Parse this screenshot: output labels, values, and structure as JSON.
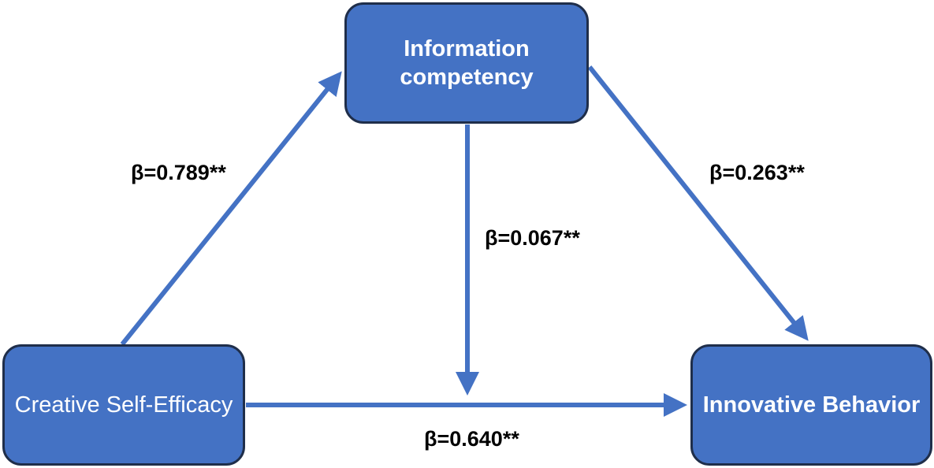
{
  "nodes": {
    "info": {
      "label": "Information competency"
    },
    "cse": {
      "label": "Creative Self-Efficacy"
    },
    "ib": {
      "label": "Innovative Behavior"
    }
  },
  "paths": {
    "cse_to_info": "β=0.789**",
    "info_to_ib": "β=0.263**",
    "info_to_direct": "β=0.067**",
    "cse_to_ib": "β=0.640**"
  },
  "colors": {
    "node_fill": "#4472c4",
    "node_border": "#1f2e4a",
    "arrow": "#4472c4",
    "label_text": "#000000",
    "node_text": "#ffffff"
  }
}
